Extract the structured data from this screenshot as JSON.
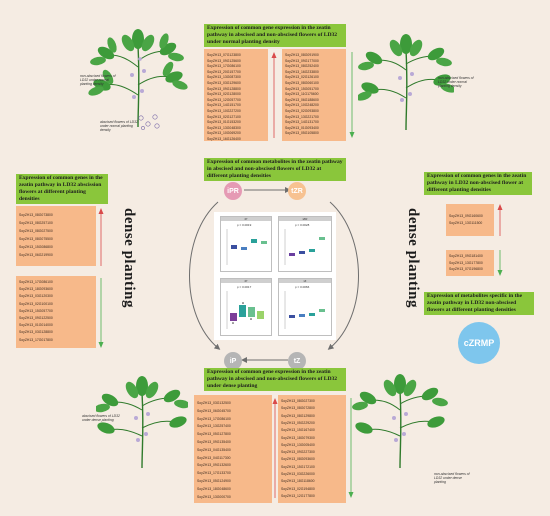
{
  "titles": {
    "top": "Expression of common gene expression in the zeatin pathway in abscised and non-abscised flowers of LD32 under normal planting density",
    "center": "Expression of common metabolites in the zeatin pathway in abscised and non-abscised flowers of LD32 at different planting densities",
    "left": "Expression of common genes in the zeatin pathway in LD32 abscission flowers at different planting densities",
    "right_genes": "Expression of common genes in the zeatin pathway in LD32 non-abscised flower at different planting densities",
    "right_metab": "Expression of metabolites specific in the zeatin pathway in LD32 non-abscised flowers at different planting densities",
    "bottom": "Expression of common gene expression in the zeatin pathway in abscised and non-abscised flowers of LD32 under dense planting"
  },
  "side_labels": {
    "left": "dense planting",
    "right": "dense planting"
  },
  "metabolites": {
    "ipr": "iPR",
    "tzr": "tZR",
    "ip": "iP",
    "tz": "tZ",
    "czrmp": "cZRMP"
  },
  "plots": {
    "p1": {
      "title": "iP",
      "stat": "p = 0.0019"
    },
    "p2": {
      "title": "tZR",
      "stat": "p = 0.0028"
    },
    "p3": {
      "title": "iP",
      "stat": "p = 0.0017"
    },
    "p4": {
      "title": "tZ",
      "stat": "p = 0.0066"
    }
  },
  "captions": {
    "tl_a": "non-abscised flowers of LD32 under normal planting density",
    "tl_b": "abscised flowers of LD32 under normal planting density",
    "tr": "non-abscised flowers of LD32 under normal planting density",
    "bl_a": "abscised flowers of LD32 under dense planting",
    "bl_b": "",
    "br": "non-abscised flowers of LD32 under dense planting"
  },
  "gene_lists": {
    "top_left": [
      "SoyZH13_07G123800",
      "SoyZH13_09G125600",
      "SoyZH13_17G086100",
      "SoyZH13_20G157700",
      "SoyZH13_13G087300",
      "SoyZH13_03G129600",
      "SoyZH13_09G128800",
      "SoyZH13_02G128000",
      "SoyZH13_12G057700",
      "SoyZH13_14G151700",
      "SoyZH13_10G227200",
      "SoyZH13_02G127100",
      "SoyZH13_01G153200",
      "SoyZH13_13G048300",
      "SoyZH13_10G069200",
      "SoyZH13_16G126400"
    ],
    "top_right": [
      "SoyZH13_08G091900",
      "SoyZH13_09G177000",
      "SoyZH13_08G252400",
      "SoyZH13_16G233800",
      "SoyZH13_02G126100",
      "SoyZH13_08G060100",
      "SoyZH13_15G051700",
      "SoyZH13_11G175600",
      "SoyZH13_06G188600",
      "SoyZH13_10G248200",
      "SoyZH13_02G093800",
      "SoyZH13_13G221700",
      "SoyZH13_14G131700",
      "SoyZH13_01G093400",
      "SoyZH13_05G105800"
    ],
    "left_a": [
      "SoyZH13_08G073800",
      "SoyZH13_08G257100",
      "SoyZH13_08G027500",
      "SoyZH13_08G075500",
      "SoyZH13_15G086800",
      "SoyZH13_06G219900"
    ],
    "left_b": [
      "SoyZH13_17G086100",
      "SoyZH13_18G093600",
      "SoyZH13_03G120300",
      "SoyZH13_02G100100",
      "SoyZH13_15G057700",
      "SoyZH13_09G122500",
      "SoyZH13_01G014000",
      "SoyZH13_03G128800",
      "SoyZH13_17G017800"
    ],
    "right_a": [
      "SoyZH13_09G160600",
      "SoyZH13_13G111500"
    ],
    "right_b": [
      "SoyZH13_09G181400",
      "SoyZH13_13G177800",
      "SoyZH13_07G196800"
    ],
    "bottom_left": [
      "SoyZH13_03G132500",
      "SoyZH13_06G045700",
      "SoyZH13_17G086100",
      "SoyZH13_13G257400",
      "SoyZH13_05G127800",
      "SoyZH13_09G135400",
      "SoyZH13_04G135400",
      "SoyZH13_04G117300",
      "SoyZH13_09G132600",
      "SoyZH13_17G133700",
      "SoyZH13_05G124900",
      "SoyZH13_18G048600",
      "SoyZH13_13G000700"
    ],
    "bottom_right": [
      "SoyZH13_08G027300",
      "SoyZH13_08G072800",
      "SoyZH13_08G129800",
      "SoyZH13_05G229200",
      "SoyZH13_15G167400",
      "SoyZH13_18G079300",
      "SoyZH13_13G005400",
      "SoyZH13_09G227300",
      "SoyZH13_08G093600",
      "SoyZH13_15G172100",
      "SoyZH13_03G226000",
      "SoyZH13_18G118600",
      "SoyZH13_02G194800",
      "SoyZH13_12G177800"
    ]
  },
  "colors": {
    "panel_bg": "#f5ece3",
    "title_bg": "#8ac63b",
    "box_bg": "#f7b98a",
    "pink": "#e59ab4",
    "orange": "#f7c291",
    "grey": "#b5b5b5",
    "blue": "#7ec6ed",
    "up_arrow": "#d94a4a",
    "down_arrow": "#4caf50",
    "leaf": "#3d9b3a",
    "flower": "#b9a9d6"
  }
}
